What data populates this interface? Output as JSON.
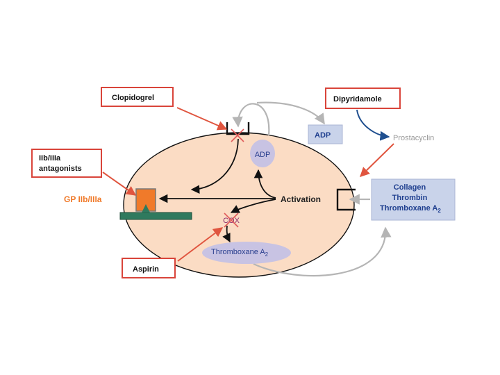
{
  "drugs": {
    "clopidogrel": "Clopidogrel",
    "dipyridamole": "Dipyridamole",
    "gp_antagonists_line1": "IIb/IIIa",
    "gp_antagonists_line2": "antagonists",
    "aspirin": "Aspirin"
  },
  "cell": {
    "adp_outside": "ADP",
    "adp_inside": "ADP",
    "gp_receptor": "GP IIb/IIIa",
    "activation": "Activation",
    "cox": "COX",
    "thromboxane_base": "Thromboxane A",
    "thromboxane_sub": "2",
    "prostacyclin": "Prostacyclin"
  },
  "agonists": {
    "line1": "Collagen",
    "line2": "Thrombin",
    "line3_base": "Thromboxane A",
    "line3_sub": "2"
  },
  "colors": {
    "cell_fill": "#fbdcc4",
    "drug_box_border": "#d9443a",
    "inhibitor_arrow": "#e0553f",
    "agonist_box": "#c9d3ea",
    "agonist_text": "#1f3f8f",
    "lavender": "#c8c3e3",
    "gp_orange": "#f07a2a",
    "membrane_green": "#2f7a5e",
    "blue_arrow": "#1f4f8f",
    "grey_arrow": "#b5b5b5",
    "x_mark": "#e05a5a"
  }
}
